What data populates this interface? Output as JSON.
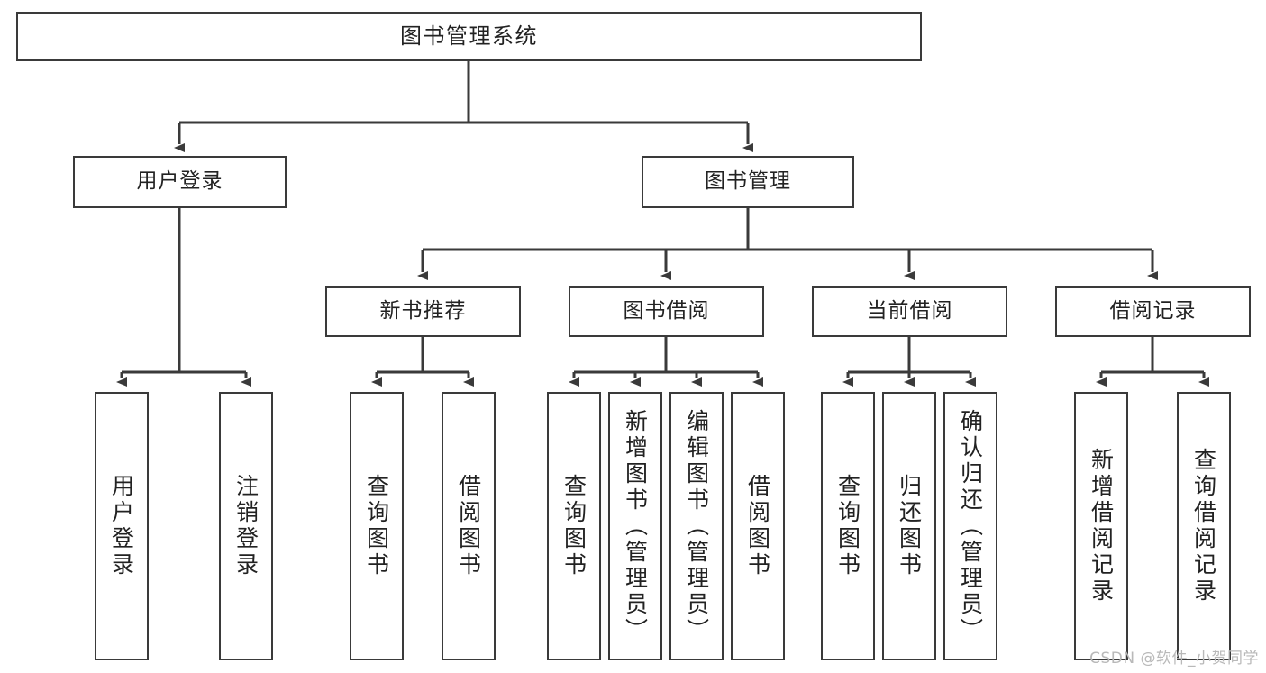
{
  "diagram": {
    "title": "图书管理系统",
    "type": "tree",
    "root": {
      "id": "root",
      "label": "图书管理系统"
    },
    "level2": [
      {
        "id": "user-login",
        "label": "用户登录"
      },
      {
        "id": "book-manage",
        "label": "图书管理"
      }
    ],
    "level3": [
      {
        "id": "new-book-recommend",
        "label": "新书推荐"
      },
      {
        "id": "book-borrow",
        "label": "图书借阅"
      },
      {
        "id": "current-borrow",
        "label": "当前借阅"
      },
      {
        "id": "borrow-record",
        "label": "借阅记录"
      }
    ],
    "leaves": {
      "user_login": [
        {
          "id": "leaf-user-login",
          "label": "用户登录"
        },
        {
          "id": "leaf-logout-login",
          "label": "注销登录"
        }
      ],
      "new_book_recommend": [
        {
          "id": "leaf-query-book-1",
          "label": "查询图书"
        },
        {
          "id": "leaf-borrow-book-1",
          "label": "借阅图书"
        }
      ],
      "book_borrow": [
        {
          "id": "leaf-query-book-2",
          "label": "查询图书"
        },
        {
          "id": "leaf-add-book",
          "label": "新增图书（管理员）"
        },
        {
          "id": "leaf-edit-book",
          "label": "编辑图书（管理员）"
        },
        {
          "id": "leaf-borrow-book-2",
          "label": "借阅图书"
        }
      ],
      "current_borrow": [
        {
          "id": "leaf-query-book-3",
          "label": "查询图书"
        },
        {
          "id": "leaf-return-book",
          "label": "归还图书"
        },
        {
          "id": "leaf-confirm-return",
          "label": "确认归还（管理员）"
        }
      ],
      "borrow_record": [
        {
          "id": "leaf-add-record",
          "label": "新增借阅记录"
        },
        {
          "id": "leaf-query-record",
          "label": "查询借阅记录"
        }
      ]
    },
    "colors": {
      "stroke": "#3a3a3a",
      "fill": "#ffffff",
      "text": "#222222",
      "watermark": "#b9b9b9"
    }
  },
  "watermark": {
    "text": "CSDN @软件_小贺同学"
  }
}
